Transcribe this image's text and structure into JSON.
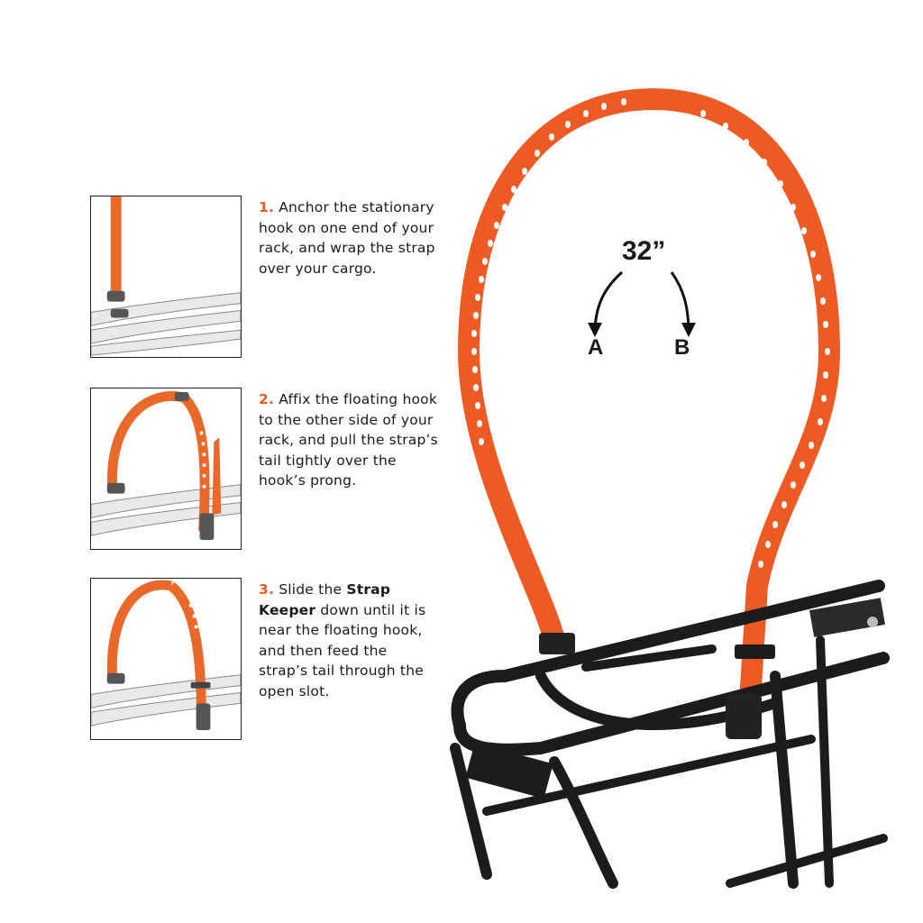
{
  "colors": {
    "strap_orange": "#ee5a24",
    "rack_black": "#1c1c1e",
    "panel_border": "#222222"
  },
  "steps": [
    {
      "number": "1.",
      "text": "Anchor the stationary hook on one end of your rack, and wrap the strap over your cargo."
    },
    {
      "number": "2.",
      "text": "Affix the floating hook to the other side of your rack, and pull the strap’s tail tightly over the hook’s prong."
    },
    {
      "number": "3.",
      "text_before": "Slide the ",
      "bold1": "Strap Keeper",
      "text_after": " down until it is near the floating hook, and then feed the strap’s tail through the open slot."
    }
  ],
  "measurement": {
    "length": "32”",
    "end_a": "A",
    "end_b": "B"
  }
}
